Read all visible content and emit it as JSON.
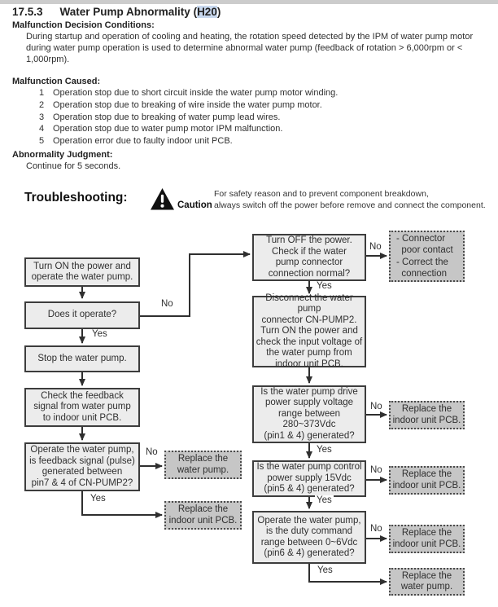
{
  "header": {
    "section_number": "17.5.3",
    "title_prefix": "Water Pump Abnormality (",
    "title_code": "H20",
    "title_suffix": ")"
  },
  "malfunction_decision": {
    "heading": "Malfunction Decision Conditions:",
    "body": "During startup and operation of cooling and heating, the rotation speed detected by the IPM of water pump motor during water pump operation is used to determine abnormal water pump (feedback of rotation > 6,000rpm or < 1,000rpm)."
  },
  "malfunction_caused": {
    "heading": "Malfunction Caused:",
    "items": [
      {
        "num": "1",
        "text": "Operation stop due to short circuit inside the water pump motor winding."
      },
      {
        "num": "2",
        "text": "Operation stop due to breaking of wire inside the water pump motor."
      },
      {
        "num": "3",
        "text": "Operation stop due to breaking of water pump lead wires."
      },
      {
        "num": "4",
        "text": "Operation stop due to water pump motor IPM malfunction."
      },
      {
        "num": "5",
        "text": "Operation error due to faulty indoor unit PCB."
      }
    ]
  },
  "abnormality_judgment": {
    "heading": "Abnormality Judgment:",
    "body": "Continue for 5 seconds."
  },
  "troubleshooting": {
    "heading": "Troubleshooting:",
    "caution_label": "Caution",
    "caution_line1": "For safety reason and to prevent component breakdown,",
    "caution_line2": "always switch off the power before remove and connect the component."
  },
  "flowchart": {
    "labels": {
      "yes": "Yes",
      "no": "No"
    },
    "nodes": {
      "l1": "Turn ON the power and\noperate the water pump.",
      "l2": "Does it operate?",
      "l3": "Stop the water pump.",
      "l4": "Check the feedback\nsignal from water pump\nto indoor unit PCB.",
      "l5": "Operate the water pump,\nis feedback signal (pulse)\ngenerated between\npin7 & 4 of CN-PUMP2?",
      "d1": "Replace the\nwater pump.",
      "d2": "Replace the\nindoor unit PCB.",
      "r1": "Turn OFF the power.\nCheck if the water\npump connector\nconnection normal?",
      "dr1": "- Connector\n  poor contact\n- Correct the\n  connection",
      "r2": "Disconnect the water pump\nconnector CN-PUMP2.\nTurn ON the power and\ncheck the input voltage of\nthe water pump from\nindoor unit PCB.",
      "r3": "Is the water pump drive\npower supply voltage\nrange between\n280~373Vdc\n(pin1 & 4) generated?",
      "dr3": "Replace the\nindoor unit PCB.",
      "r4": "Is the water pump control\npower supply 15Vdc\n(pin5 & 4) generated?",
      "dr4": "Replace the\nindoor unit PCB.",
      "r5": "Operate the water pump,\nis the duty command\nrange between 0~6Vdc\n(pin6 & 4) generated?",
      "dr5": "Replace the\nindoor unit PCB.",
      "dr6": "Replace the\nwater pump."
    }
  },
  "colors": {
    "highlight": "#c8d8ee",
    "box_fill": "#ececec",
    "dotted_box_fill": "#c6c6c6",
    "line": "#2f2f2f"
  }
}
